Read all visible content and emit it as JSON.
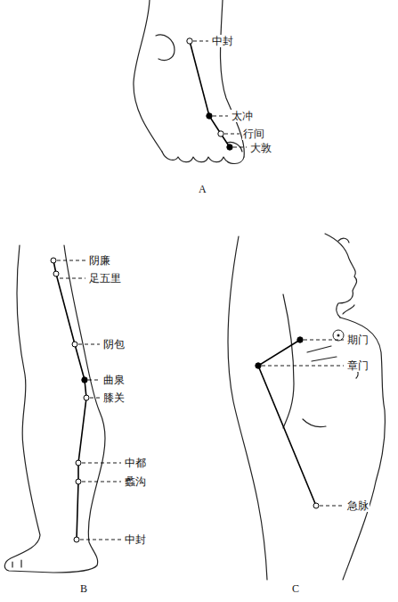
{
  "diagram": {
    "labels": [
      "中封",
      "太冲",
      "行间",
      "大敦",
      "A",
      "阴廉",
      "足五里",
      "阴包",
      "曲泉",
      "膝关",
      "中都",
      "蠡沟",
      "中封",
      "B",
      "期门",
      "章门",
      "急脉",
      "C"
    ]
  }
}
